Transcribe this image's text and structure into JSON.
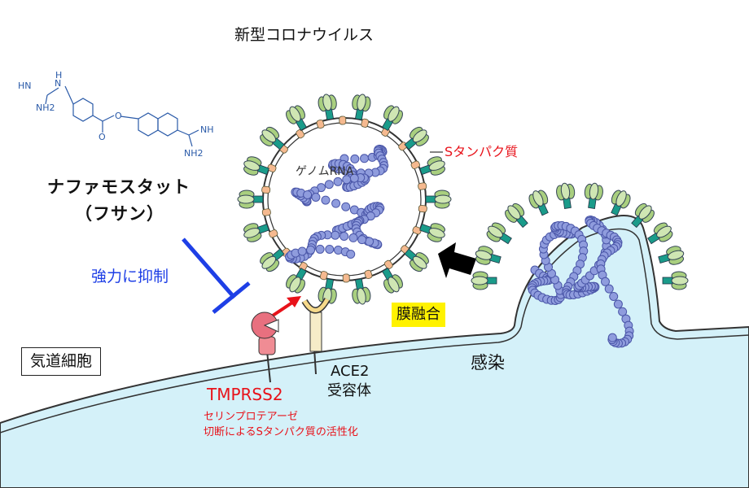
{
  "title": "新型コロナウイルス",
  "drug_name": "ナファモスタット",
  "drug_brand": "（フサン）",
  "inhibition_label": "強力に抑制",
  "spike_label": "Sタンパク質",
  "genome_label": "ゲノムRNA",
  "fusion_label": "膜融合",
  "cell_label": "気道細胞",
  "tmprss2_label": "TMPRSS2",
  "ace2_label_1": "ACE2",
  "ace2_label_2": "受容体",
  "infection_label": "感染",
  "serine_note_1": "セリンプロテアーゼ",
  "serine_note_2": "切断によるSタンパク質の活性化",
  "structure_atoms": [
    "HN",
    "H",
    "N",
    "NH2",
    "O",
    "O",
    "NH",
    "NH2"
  ],
  "colors": {
    "cell_fill": "#d4f1f9",
    "spike_red": "#e8121a",
    "inhibit_blue": "#1e3fe6",
    "rna_fill": "#8f9cdd",
    "spike_green": "#a9cf7f",
    "spike_stem": "#1a9b8a",
    "membrane_protein": "#f5b98f",
    "fusion_highlight": "#fff200"
  }
}
